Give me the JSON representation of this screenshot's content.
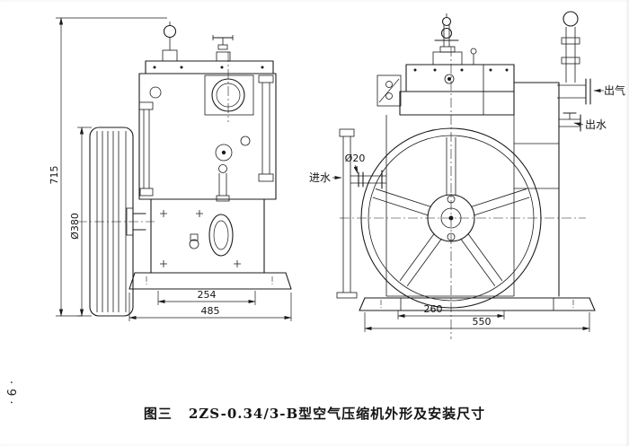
{
  "page": {
    "number": "·9·",
    "caption_prefix": "图三",
    "caption_title": "2ZS-0.34/3-B型空气压缩机外形及安装尺寸"
  },
  "colors": {
    "ink": "#1b1b1b",
    "paper": "#ffffff"
  },
  "left_view": {
    "dim_height": "715",
    "dim_pulley_diameter": "Ø380",
    "dim_foot_span": "254",
    "dim_base_width": "485"
  },
  "right_view": {
    "label_air_outlet": "出气",
    "label_water_outlet": "出水",
    "label_water_inlet": "进水",
    "dim_pipe_diameter": "Ø20",
    "dim_foot_span": "260",
    "dim_base_width": "550"
  }
}
